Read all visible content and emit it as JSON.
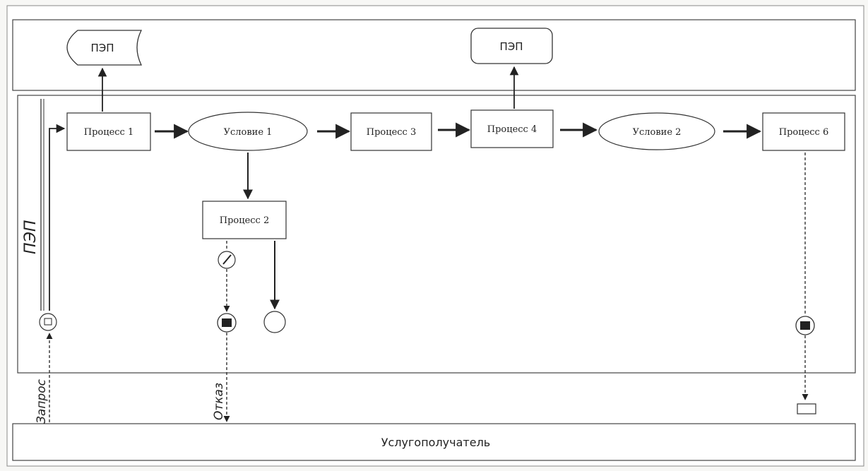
{
  "top_nodes": {
    "left": "ПЭП",
    "right": "ПЭП"
  },
  "lane_label": "ПЭП",
  "processes": {
    "p1": "Процесс 1",
    "p2": "Процесс 2",
    "p3": "Процесс 3",
    "p4": "Процесс 4",
    "p6": "Процесс 6"
  },
  "conditions": {
    "c1": "Условие 1",
    "c2": "Условие 2"
  },
  "edge_labels": {
    "request": "Запрос",
    "refusal": "Отказ"
  },
  "bottom_lane": "Услугополучатель"
}
